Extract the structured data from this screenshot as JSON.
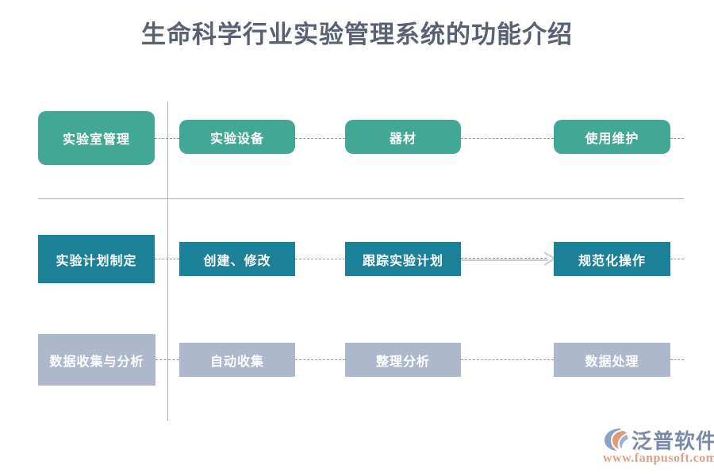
{
  "page": {
    "title": "生命科学行业实验管理系统的功能介绍",
    "background_color": "#ffffff"
  },
  "palette": {
    "title_color": "#5a6172",
    "row1_color": "#42a794",
    "row2_color": "#1a8199",
    "row3_color": "#aeb8cc",
    "rule_color": "#b0b0b0",
    "dash_color": "#9a9a9a",
    "arrow_color": "#c9cdd2",
    "brand_name_color": "#7b8aa8",
    "brand_url_color": "#d9a08a"
  },
  "diagram": {
    "rows": [
      {
        "id": "row-laboratory-management",
        "accent": "#42a794",
        "shape": "rounded",
        "nodes": [
          {
            "label": "实验室管理"
          },
          {
            "label": "实验设备"
          },
          {
            "label": "器材"
          },
          {
            "label": "使用维护"
          }
        ]
      },
      {
        "id": "row-experiment-plan",
        "accent": "#1a8199",
        "shape": "square",
        "nodes": [
          {
            "label": "实验计划制定"
          },
          {
            "label": "创建、修改"
          },
          {
            "label": "跟踪实验计划"
          },
          {
            "label": "规范化操作"
          }
        ]
      },
      {
        "id": "row-data-collection",
        "accent": "#aeb8cc",
        "shape": "square",
        "nodes": [
          {
            "label": "数据收集与分析"
          },
          {
            "label": "自动收集"
          },
          {
            "label": "整理分析"
          },
          {
            "label": "数据处理"
          }
        ]
      }
    ]
  },
  "brand": {
    "name": "泛普软件",
    "url": "www.fanpusoft.com"
  }
}
